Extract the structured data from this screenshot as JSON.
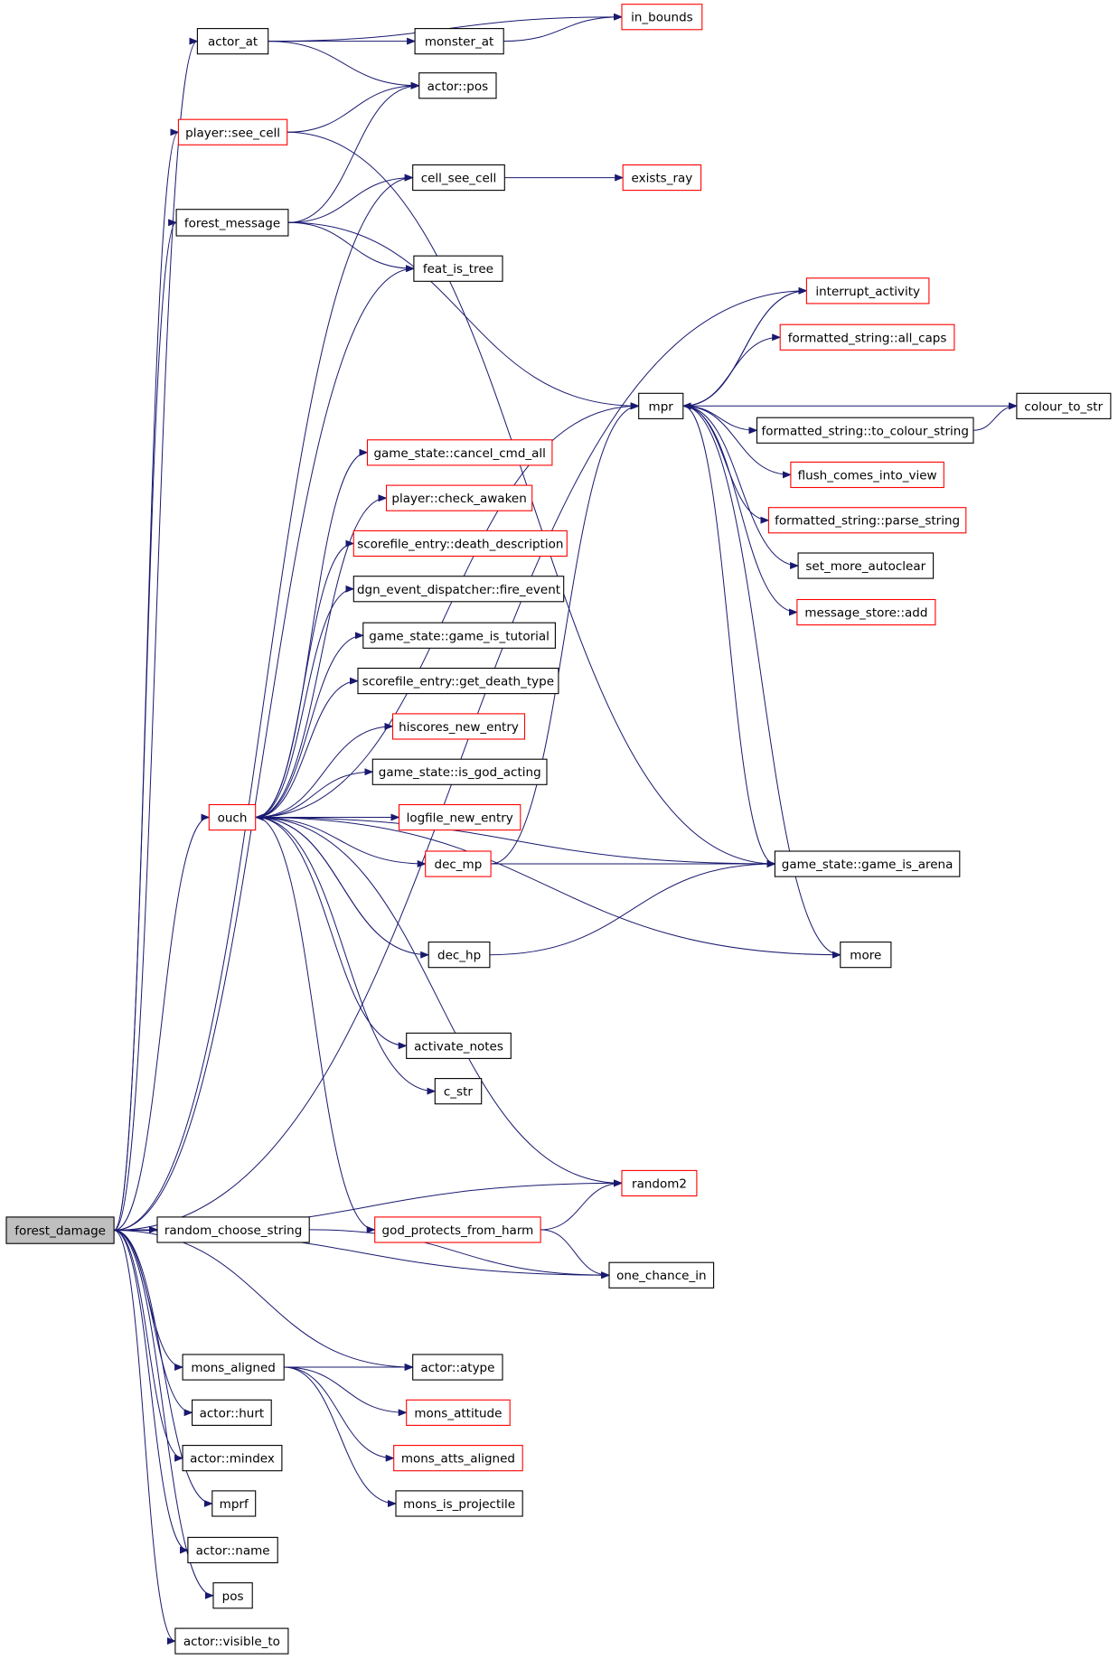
{
  "colors": {
    "edge": "#191970",
    "border_normal": "#000000",
    "border_undocumented": "#ff0000",
    "root_fill": "#bfbfbf"
  },
  "nodes": [
    {
      "id": "forest_damage",
      "label": "forest_damage",
      "style": "root"
    },
    {
      "id": "actor_at",
      "label": "actor_at",
      "style": "normal"
    },
    {
      "id": "monster_at",
      "label": "monster_at",
      "style": "normal"
    },
    {
      "id": "in_bounds",
      "label": "in_bounds",
      "style": "red"
    },
    {
      "id": "actor_pos",
      "label": "actor::pos",
      "style": "normal"
    },
    {
      "id": "player_see_cell",
      "label": "player::see_cell",
      "style": "red"
    },
    {
      "id": "cell_see_cell",
      "label": "cell_see_cell",
      "style": "normal"
    },
    {
      "id": "exists_ray",
      "label": "exists_ray",
      "style": "red"
    },
    {
      "id": "forest_message",
      "label": "forest_message",
      "style": "normal"
    },
    {
      "id": "feat_is_tree",
      "label": "feat_is_tree",
      "style": "normal"
    },
    {
      "id": "interrupt_activity",
      "label": "interrupt_activity",
      "style": "red"
    },
    {
      "id": "fs_all_caps",
      "label": "formatted_string::all_caps",
      "style": "red"
    },
    {
      "id": "mpr",
      "label": "mpr",
      "style": "normal"
    },
    {
      "id": "colour_to_str",
      "label": "colour_to_str",
      "style": "normal"
    },
    {
      "id": "fs_to_colour_string",
      "label": "formatted_string::to_colour_string",
      "style": "normal"
    },
    {
      "id": "flush_comes_into_view",
      "label": "flush_comes_into_view",
      "style": "red"
    },
    {
      "id": "fs_parse_string",
      "label": "formatted_string::parse_string",
      "style": "red"
    },
    {
      "id": "set_more_autoclear",
      "label": "set_more_autoclear",
      "style": "normal"
    },
    {
      "id": "message_store_add",
      "label": "message_store::add",
      "style": "red"
    },
    {
      "id": "gs_cancel_cmd_all",
      "label": "game_state::cancel_cmd_all",
      "style": "red"
    },
    {
      "id": "player_check_awaken",
      "label": "player::check_awaken",
      "style": "red"
    },
    {
      "id": "se_death_description",
      "label": "scorefile_entry::death_description",
      "style": "red"
    },
    {
      "id": "ded_fire_event",
      "label": "dgn_event_dispatcher::fire_event",
      "style": "normal"
    },
    {
      "id": "gs_game_is_tutorial",
      "label": "game_state::game_is_tutorial",
      "style": "normal"
    },
    {
      "id": "se_get_death_type",
      "label": "scorefile_entry::get_death_type",
      "style": "normal"
    },
    {
      "id": "hiscores_new_entry",
      "label": "hiscores_new_entry",
      "style": "red"
    },
    {
      "id": "gs_is_god_acting",
      "label": "game_state::is_god_acting",
      "style": "normal"
    },
    {
      "id": "ouch",
      "label": "ouch",
      "style": "red"
    },
    {
      "id": "logfile_new_entry",
      "label": "logfile_new_entry",
      "style": "red"
    },
    {
      "id": "dec_mp",
      "label": "dec_mp",
      "style": "red"
    },
    {
      "id": "gs_game_is_arena",
      "label": "game_state::game_is_arena",
      "style": "normal"
    },
    {
      "id": "dec_hp",
      "label": "dec_hp",
      "style": "normal"
    },
    {
      "id": "more",
      "label": "more",
      "style": "normal"
    },
    {
      "id": "activate_notes",
      "label": "activate_notes",
      "style": "normal"
    },
    {
      "id": "c_str",
      "label": "c_str",
      "style": "normal"
    },
    {
      "id": "random2",
      "label": "random2",
      "style": "red"
    },
    {
      "id": "random_choose_string",
      "label": "random_choose_string",
      "style": "normal"
    },
    {
      "id": "god_protects_from_harm",
      "label": "god_protects_from_harm",
      "style": "red"
    },
    {
      "id": "one_chance_in",
      "label": "one_chance_in",
      "style": "normal"
    },
    {
      "id": "mons_aligned",
      "label": "mons_aligned",
      "style": "normal"
    },
    {
      "id": "actor_atype",
      "label": "actor::atype",
      "style": "normal"
    },
    {
      "id": "mons_attitude",
      "label": "mons_attitude",
      "style": "red"
    },
    {
      "id": "actor_hurt",
      "label": "actor::hurt",
      "style": "normal"
    },
    {
      "id": "mons_atts_aligned",
      "label": "mons_atts_aligned",
      "style": "red"
    },
    {
      "id": "actor_mindex",
      "label": "actor::mindex",
      "style": "normal"
    },
    {
      "id": "mons_is_projectile",
      "label": "mons_is_projectile",
      "style": "normal"
    },
    {
      "id": "mprf",
      "label": "mprf",
      "style": "normal"
    },
    {
      "id": "actor_name",
      "label": "actor::name",
      "style": "normal"
    },
    {
      "id": "pos",
      "label": "pos",
      "style": "normal"
    },
    {
      "id": "actor_visible_to",
      "label": "actor::visible_to",
      "style": "normal"
    }
  ],
  "edges": [
    [
      "forest_damage",
      "actor_at"
    ],
    [
      "forest_damage",
      "player_see_cell"
    ],
    [
      "forest_damage",
      "cell_see_cell"
    ],
    [
      "forest_damage",
      "forest_message"
    ],
    [
      "forest_damage",
      "feat_is_tree"
    ],
    [
      "forest_damage",
      "interrupt_activity"
    ],
    [
      "forest_damage",
      "ouch"
    ],
    [
      "forest_damage",
      "random2"
    ],
    [
      "forest_damage",
      "random_choose_string"
    ],
    [
      "forest_damage",
      "one_chance_in"
    ],
    [
      "forest_damage",
      "actor_atype"
    ],
    [
      "forest_damage",
      "mons_aligned"
    ],
    [
      "forest_damage",
      "actor_hurt"
    ],
    [
      "forest_damage",
      "actor_mindex"
    ],
    [
      "forest_damage",
      "mprf"
    ],
    [
      "forest_damage",
      "actor_name"
    ],
    [
      "forest_damage",
      "pos"
    ],
    [
      "forest_damage",
      "actor_visible_to"
    ],
    [
      "actor_at",
      "in_bounds"
    ],
    [
      "actor_at",
      "monster_at"
    ],
    [
      "actor_at",
      "actor_pos"
    ],
    [
      "monster_at",
      "in_bounds"
    ],
    [
      "player_see_cell",
      "actor_pos"
    ],
    [
      "player_see_cell",
      "gs_game_is_arena"
    ],
    [
      "cell_see_cell",
      "exists_ray"
    ],
    [
      "forest_message",
      "actor_pos"
    ],
    [
      "forest_message",
      "cell_see_cell"
    ],
    [
      "forest_message",
      "feat_is_tree"
    ],
    [
      "forest_message",
      "mpr"
    ],
    [
      "mpr",
      "interrupt_activity"
    ],
    [
      "mpr",
      "fs_all_caps"
    ],
    [
      "mpr",
      "colour_to_str"
    ],
    [
      "mpr",
      "fs_to_colour_string"
    ],
    [
      "mpr",
      "flush_comes_into_view"
    ],
    [
      "mpr",
      "fs_parse_string"
    ],
    [
      "mpr",
      "set_more_autoclear"
    ],
    [
      "mpr",
      "message_store_add"
    ],
    [
      "mpr",
      "gs_game_is_arena"
    ],
    [
      "mpr",
      "more"
    ],
    [
      "interrupt_activity",
      "mpr"
    ],
    [
      "fs_to_colour_string",
      "colour_to_str"
    ],
    [
      "ouch",
      "mpr"
    ],
    [
      "ouch",
      "gs_cancel_cmd_all"
    ],
    [
      "ouch",
      "player_check_awaken"
    ],
    [
      "ouch",
      "se_death_description"
    ],
    [
      "ouch",
      "ded_fire_event"
    ],
    [
      "ouch",
      "gs_game_is_tutorial"
    ],
    [
      "ouch",
      "se_get_death_type"
    ],
    [
      "ouch",
      "hiscores_new_entry"
    ],
    [
      "ouch",
      "gs_is_god_acting"
    ],
    [
      "ouch",
      "logfile_new_entry"
    ],
    [
      "ouch",
      "dec_mp"
    ],
    [
      "ouch",
      "gs_game_is_arena"
    ],
    [
      "ouch",
      "dec_hp"
    ],
    [
      "ouch",
      "more"
    ],
    [
      "ouch",
      "activate_notes"
    ],
    [
      "ouch",
      "c_str"
    ],
    [
      "ouch",
      "random2"
    ],
    [
      "ouch",
      "god_protects_from_harm"
    ],
    [
      "dec_mp",
      "mpr"
    ],
    [
      "dec_mp",
      "gs_game_is_arena"
    ],
    [
      "dec_hp",
      "ouch"
    ],
    [
      "dec_hp",
      "gs_game_is_arena"
    ],
    [
      "random_choose_string",
      "one_chance_in"
    ],
    [
      "god_protects_from_harm",
      "random2"
    ],
    [
      "god_protects_from_harm",
      "one_chance_in"
    ],
    [
      "mons_aligned",
      "actor_atype"
    ],
    [
      "mons_aligned",
      "mons_attitude"
    ],
    [
      "mons_aligned",
      "mons_atts_aligned"
    ],
    [
      "mons_aligned",
      "mons_is_projectile"
    ]
  ]
}
